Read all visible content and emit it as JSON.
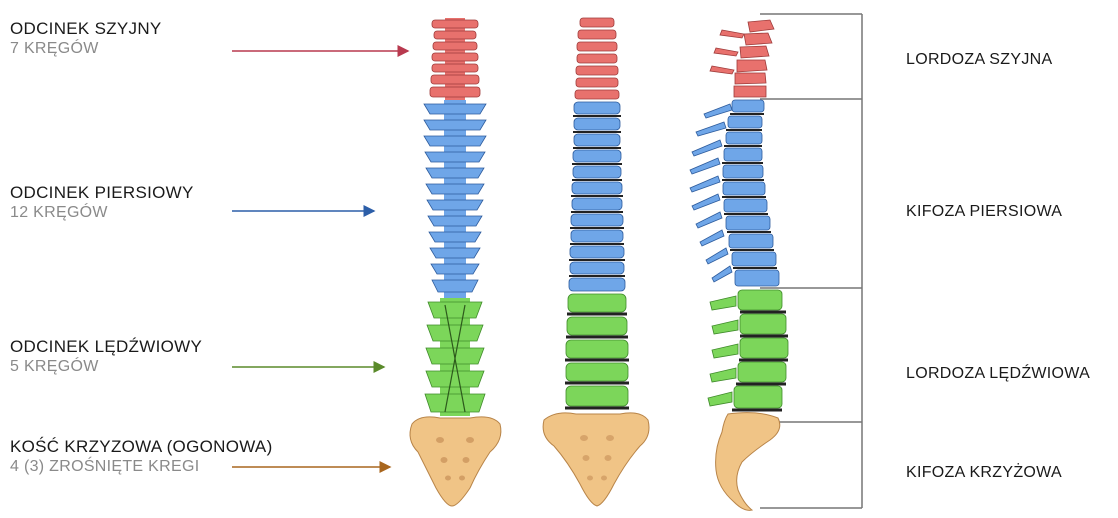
{
  "sections": [
    {
      "title": "ODCINEK SZYJNY",
      "subtitle": "7 KRĘGÓW",
      "color": "#b8394e"
    },
    {
      "title": "ODCINEK PIERSIOWY",
      "subtitle": "12 KRĘGÓW",
      "color": "#2c5ea8"
    },
    {
      "title": "ODCINEK LĘDŹWIOWY",
      "subtitle": "5 KRĘGÓW",
      "color": "#5a8a2a"
    },
    {
      "title": "KOŚĆ KRZYZOWA (OGONOWA)",
      "subtitle": "4 (3) ZROŚNIĘTE KREGI",
      "color": "#a8661e"
    }
  ],
  "curves": [
    "LORDOZA SZYJNA",
    "KIFOZA PIERSIOWA",
    "LORDOZA LĘDŹWIOWA",
    "KIFOZA KRZYŻOWA"
  ],
  "colors": {
    "cervical": "#e8716d",
    "thoracic": "#6fa6e8",
    "lumbar": "#7cd65a",
    "sacrum": "#f0c486",
    "disc": "#222222",
    "bracket": "#777777"
  }
}
